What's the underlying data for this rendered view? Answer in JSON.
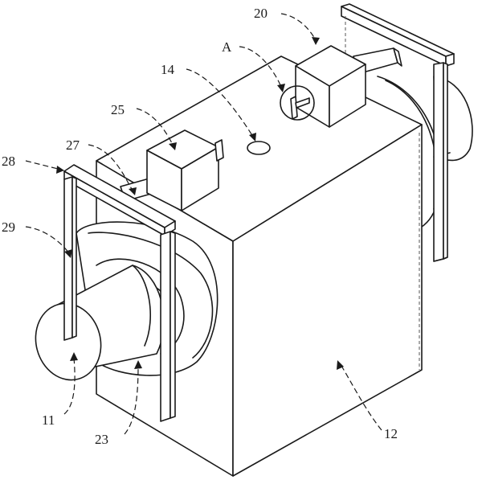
{
  "labels": {
    "l20": "20",
    "lA": "A",
    "l14": "14",
    "l25": "25",
    "l27": "27",
    "l28": "28",
    "l29": "29",
    "l11": "11",
    "l23": "23",
    "l12": "12"
  }
}
